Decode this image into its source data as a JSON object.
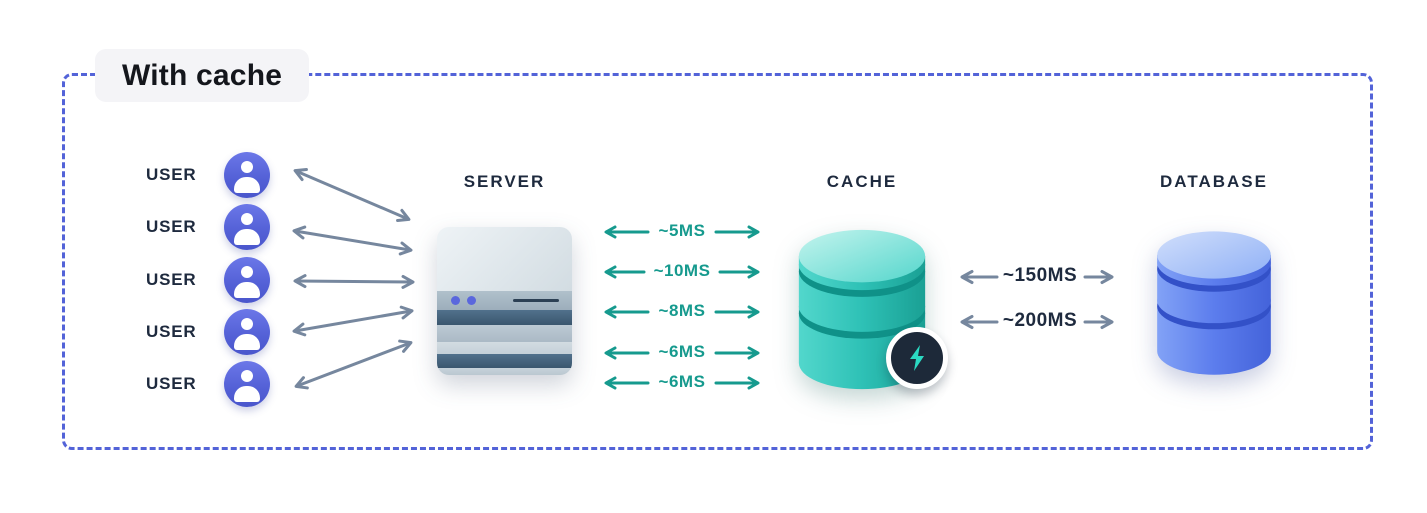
{
  "title": "With cache",
  "users": {
    "items": [
      {
        "label": "USER"
      },
      {
        "label": "USER"
      },
      {
        "label": "USER"
      },
      {
        "label": "USER"
      },
      {
        "label": "USER"
      }
    ]
  },
  "nodes": {
    "server": {
      "label": "SERVER"
    },
    "cache": {
      "label": "CACHE"
    },
    "database": {
      "label": "DATABASE"
    }
  },
  "latencies": {
    "server_cache": [
      {
        "label": "~5MS"
      },
      {
        "label": "~10MS"
      },
      {
        "label": "~8MS"
      },
      {
        "label": "~6MS"
      },
      {
        "label": "~6MS"
      }
    ],
    "cache_database": [
      {
        "label": "~150MS"
      },
      {
        "label": "~200MS"
      }
    ]
  },
  "icons": {
    "user_avatar": "person",
    "server": "server-box",
    "cache": "database-cylinder-teal",
    "cache_badge": "lightning-bolt",
    "database": "database-cylinder-blue"
  },
  "colors": {
    "frame_dash": "#5363d8",
    "title_bg": "#f4f4f7",
    "text_navy": "#1e2a3e",
    "teal": "#169a8e",
    "arrow_slate": "#76879e",
    "avatar_indigo": "#5a67dd",
    "badge_bg": "#1d2939",
    "badge_bolt": "#2bd9c2"
  }
}
